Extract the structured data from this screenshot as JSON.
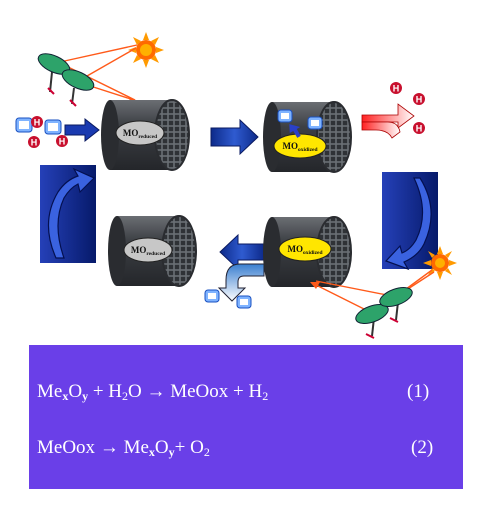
{
  "cylinders": {
    "top_left": {
      "main": "MO",
      "sub": "reduced"
    },
    "top_right": {
      "main": "MO",
      "sub": "oxidized"
    },
    "bottom_left": {
      "main": "MO",
      "sub": "reduced"
    },
    "bottom_right": {
      "main": "MO",
      "sub": "oxidized"
    }
  },
  "atom_label": "H",
  "equations": {
    "eq1": {
      "parts": [
        "Me",
        "x",
        "O",
        "y",
        " + H",
        "2",
        "O ",
        "→",
        " MeOox + H",
        "2"
      ],
      "number": "(1)"
    },
    "eq2": {
      "parts": [
        "MeOox ",
        "→",
        " Me",
        "x",
        "O",
        "y",
        "+ O",
        "2"
      ],
      "number": "(2)"
    }
  },
  "colors": {
    "panel": "#6a3fe8",
    "cylinder": "#4a4d52",
    "arrow": "#1a3aa8",
    "sun": "#ff7a00",
    "mirror": "#2da36a"
  },
  "icons": [
    "sun-icon",
    "heliostat-icon",
    "water-molecule-icon",
    "oxygen-molecule-icon",
    "hydrogen-molecule-icon"
  ]
}
